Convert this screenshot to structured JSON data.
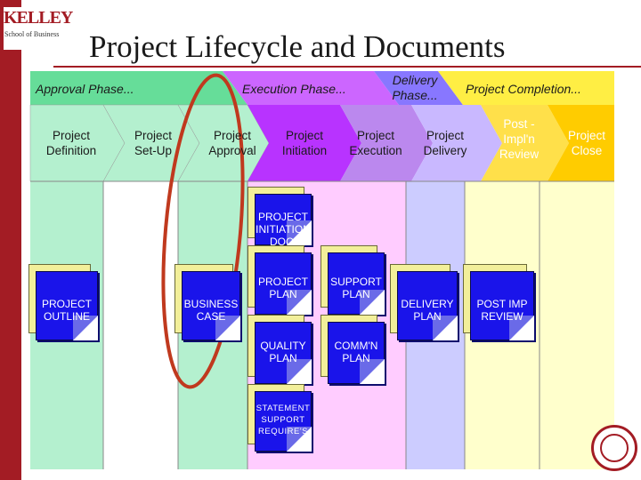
{
  "header": {
    "logo_main": "KELLEY",
    "logo_sub": "School of Business",
    "title": "Project Lifecycle and Documents"
  },
  "phases": [
    {
      "label": "Approval Phase..."
    },
    {
      "label": "Execution Phase..."
    },
    {
      "label": "Delivery\nPhase..."
    },
    {
      "label": "Project Completion..."
    }
  ],
  "steps": [
    {
      "label": "Project\nDefinition"
    },
    {
      "label": "Project\nSet-Up"
    },
    {
      "label": "Project\nApproval"
    },
    {
      "label": "Project\nInitiation"
    },
    {
      "label": "Project\nExecution"
    },
    {
      "label": "Project\nDelivery"
    },
    {
      "label": "Post -\nImpl'n\nReview"
    },
    {
      "label": "Project\nClose"
    }
  ],
  "documents": [
    {
      "label": "PROJECT\nOUTLINE"
    },
    {
      "label": "BUSINESS\nCASE"
    },
    {
      "label": "PROJECT\nINITIATION\nDOC."
    },
    {
      "label": "PROJECT\nPLAN"
    },
    {
      "label": "QUALITY\nPLAN"
    },
    {
      "label": "STATEMENT\nSUPPORT\nREQUIRE'S"
    },
    {
      "label": "SUPPORT\nPLAN"
    },
    {
      "label": "COMM'N\nPLAN"
    },
    {
      "label": "DELIVERY\nPLAN"
    },
    {
      "label": "POST IMP\nREVIEW"
    }
  ],
  "colors": {
    "brand": "#a31c24",
    "approval_phase": "#b4f0cf",
    "execution_phase": "#ffccff",
    "delivery_phase": "#ccccff",
    "completion_phase": "#ffffcc",
    "highlight_ellipse": "#c0391e",
    "document_fill": "#1a14ea"
  }
}
